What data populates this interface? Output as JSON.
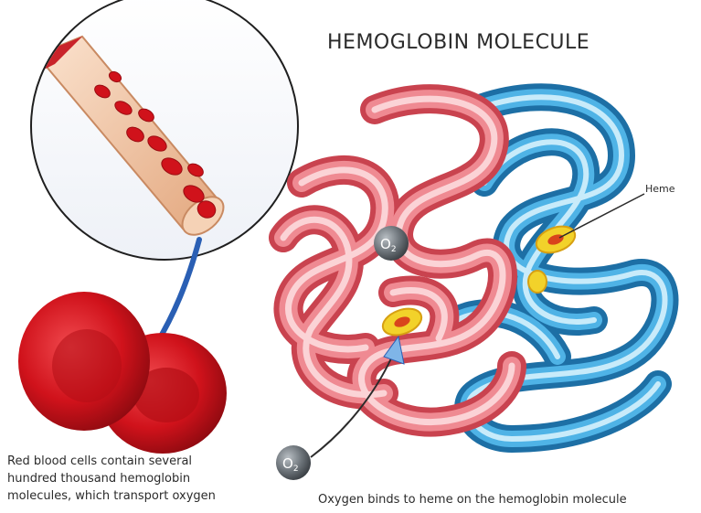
{
  "title": "HEMOGLOBIN MOLECULE",
  "captions": {
    "left_lines": [
      "Red blood cells contain several",
      "hundred thousand hemoglobin",
      "molecules, which transport oxygen"
    ],
    "right": "Oxygen binds to heme on the hemoglobin molecule"
  },
  "labels": {
    "heme": "Heme",
    "o2_symbol": "O",
    "o2_subscript": "2"
  },
  "colors": {
    "red_chain": "#e8707a",
    "red_chain_light": "#f6b9bd",
    "blue_chain": "#2a93cc",
    "blue_chain_light": "#9fd4f0",
    "blood_cell": "#d0121b",
    "vessel": "#f1c29f",
    "heme_fill": "#f2d22a",
    "heme_core": "#d9441c",
    "arrow": "#2a5fb4",
    "o2_sphere": "#6f767c"
  }
}
